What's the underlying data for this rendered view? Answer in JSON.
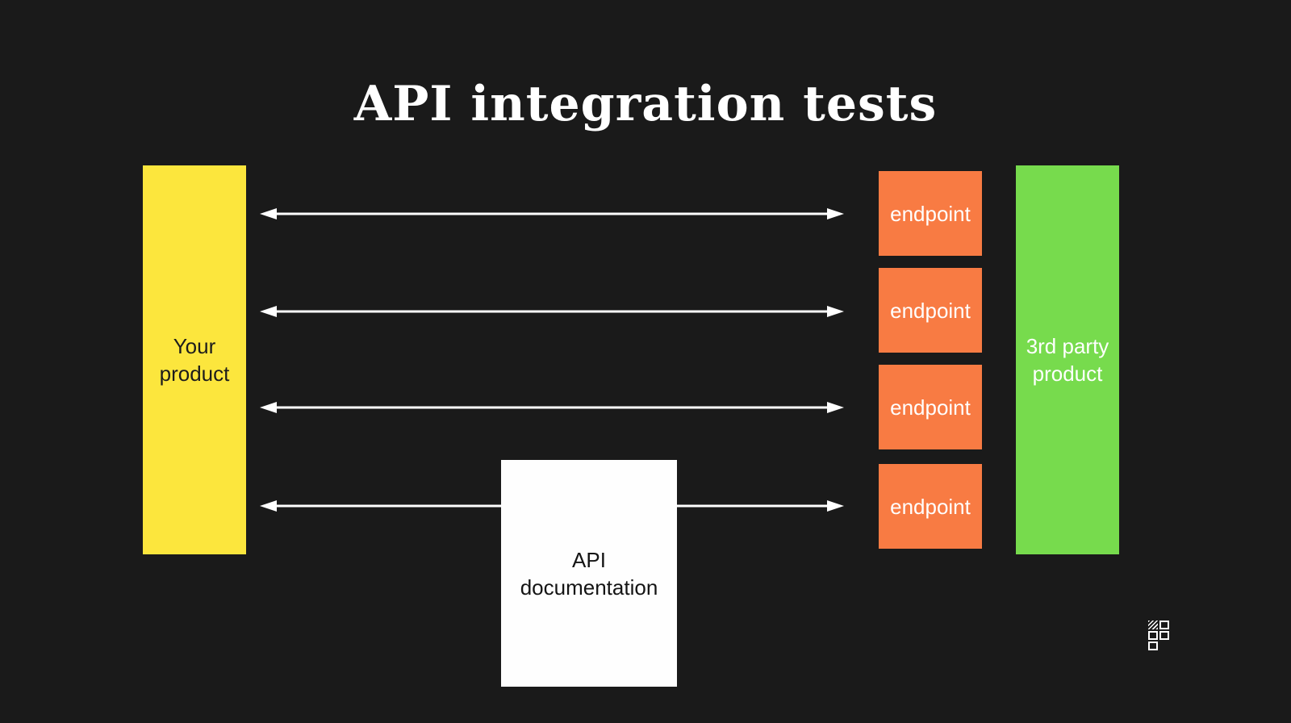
{
  "title": "API integration tests",
  "colors": {
    "background": "#1a1a1a",
    "your_product_fill": "#fce63d",
    "endpoint_fill": "#f87b43",
    "third_party_fill": "#77db4d",
    "documentation_fill": "#ffffff",
    "arrow": "#ffffff",
    "title_text": "#ffffff"
  },
  "nodes": {
    "your_product": {
      "lines": [
        "Your",
        "product"
      ]
    },
    "endpoints": [
      "endpoint",
      "endpoint",
      "endpoint",
      "endpoint"
    ],
    "third_party": {
      "lines": [
        "3rd party",
        "product"
      ]
    },
    "api_documentation": {
      "lines": [
        "API",
        "documentation"
      ]
    }
  },
  "connections": [
    {
      "from": "Your product",
      "to": "endpoint 1",
      "style": "double-headed-arrow"
    },
    {
      "from": "Your product",
      "to": "endpoint 2",
      "style": "double-headed-arrow"
    },
    {
      "from": "Your product",
      "to": "endpoint 3",
      "style": "double-headed-arrow"
    },
    {
      "from": "Your product",
      "to": "endpoint 4",
      "style": "double-headed-arrow"
    }
  ],
  "logo": {
    "icon": "pixel-grid-logo"
  }
}
